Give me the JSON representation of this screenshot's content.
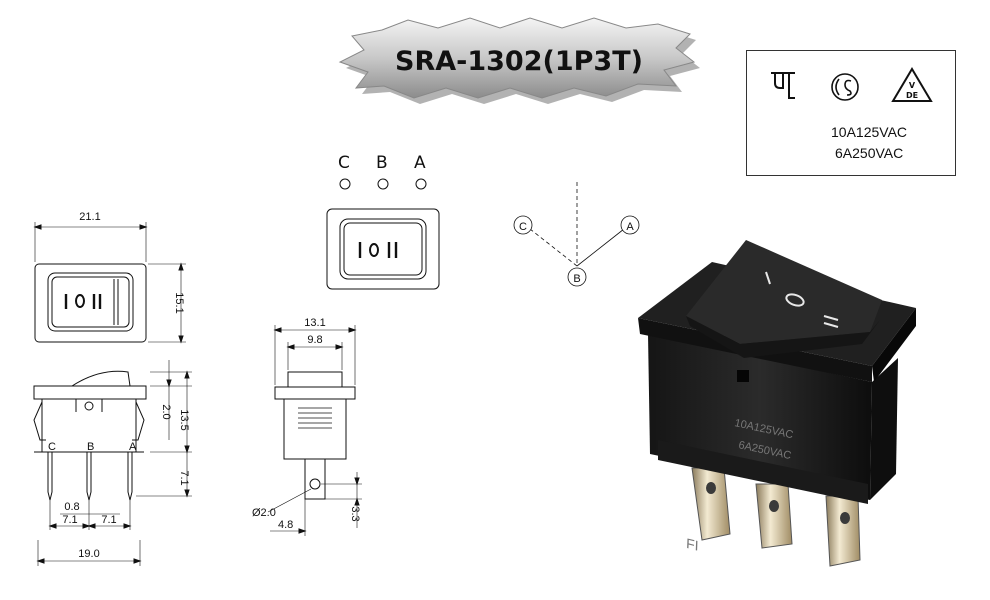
{
  "title": "SRA-1302(1P3T)",
  "ratings": [
    "10A125VAC",
    "6A250VAC"
  ],
  "positions": [
    "C",
    "B",
    "A"
  ],
  "rocker_symbols": "I O II",
  "dimensions": {
    "front_width": "21.1",
    "front_height": "15.1",
    "side_overall_width": "19.0",
    "pin_spacing_left": "7.1",
    "pin_spacing_right": "7.1",
    "pin_thickness": "0.8",
    "rocker_height": "2.0",
    "body_height": "13.5",
    "pin_length": "7.1",
    "end_outer_width": "13.1",
    "end_inner_width": "9.8",
    "hole_diameter": "Ø2.0",
    "hole_offset": "4.8",
    "hole_height": "3.3"
  },
  "pin_labels": [
    "C",
    "B",
    "A"
  ],
  "switch_markings": [
    "10A125VAC",
    "6A250VAC"
  ],
  "certifications": [
    "ul-mark-icon",
    "csa-mark-icon",
    "vde-mark-icon"
  ]
}
